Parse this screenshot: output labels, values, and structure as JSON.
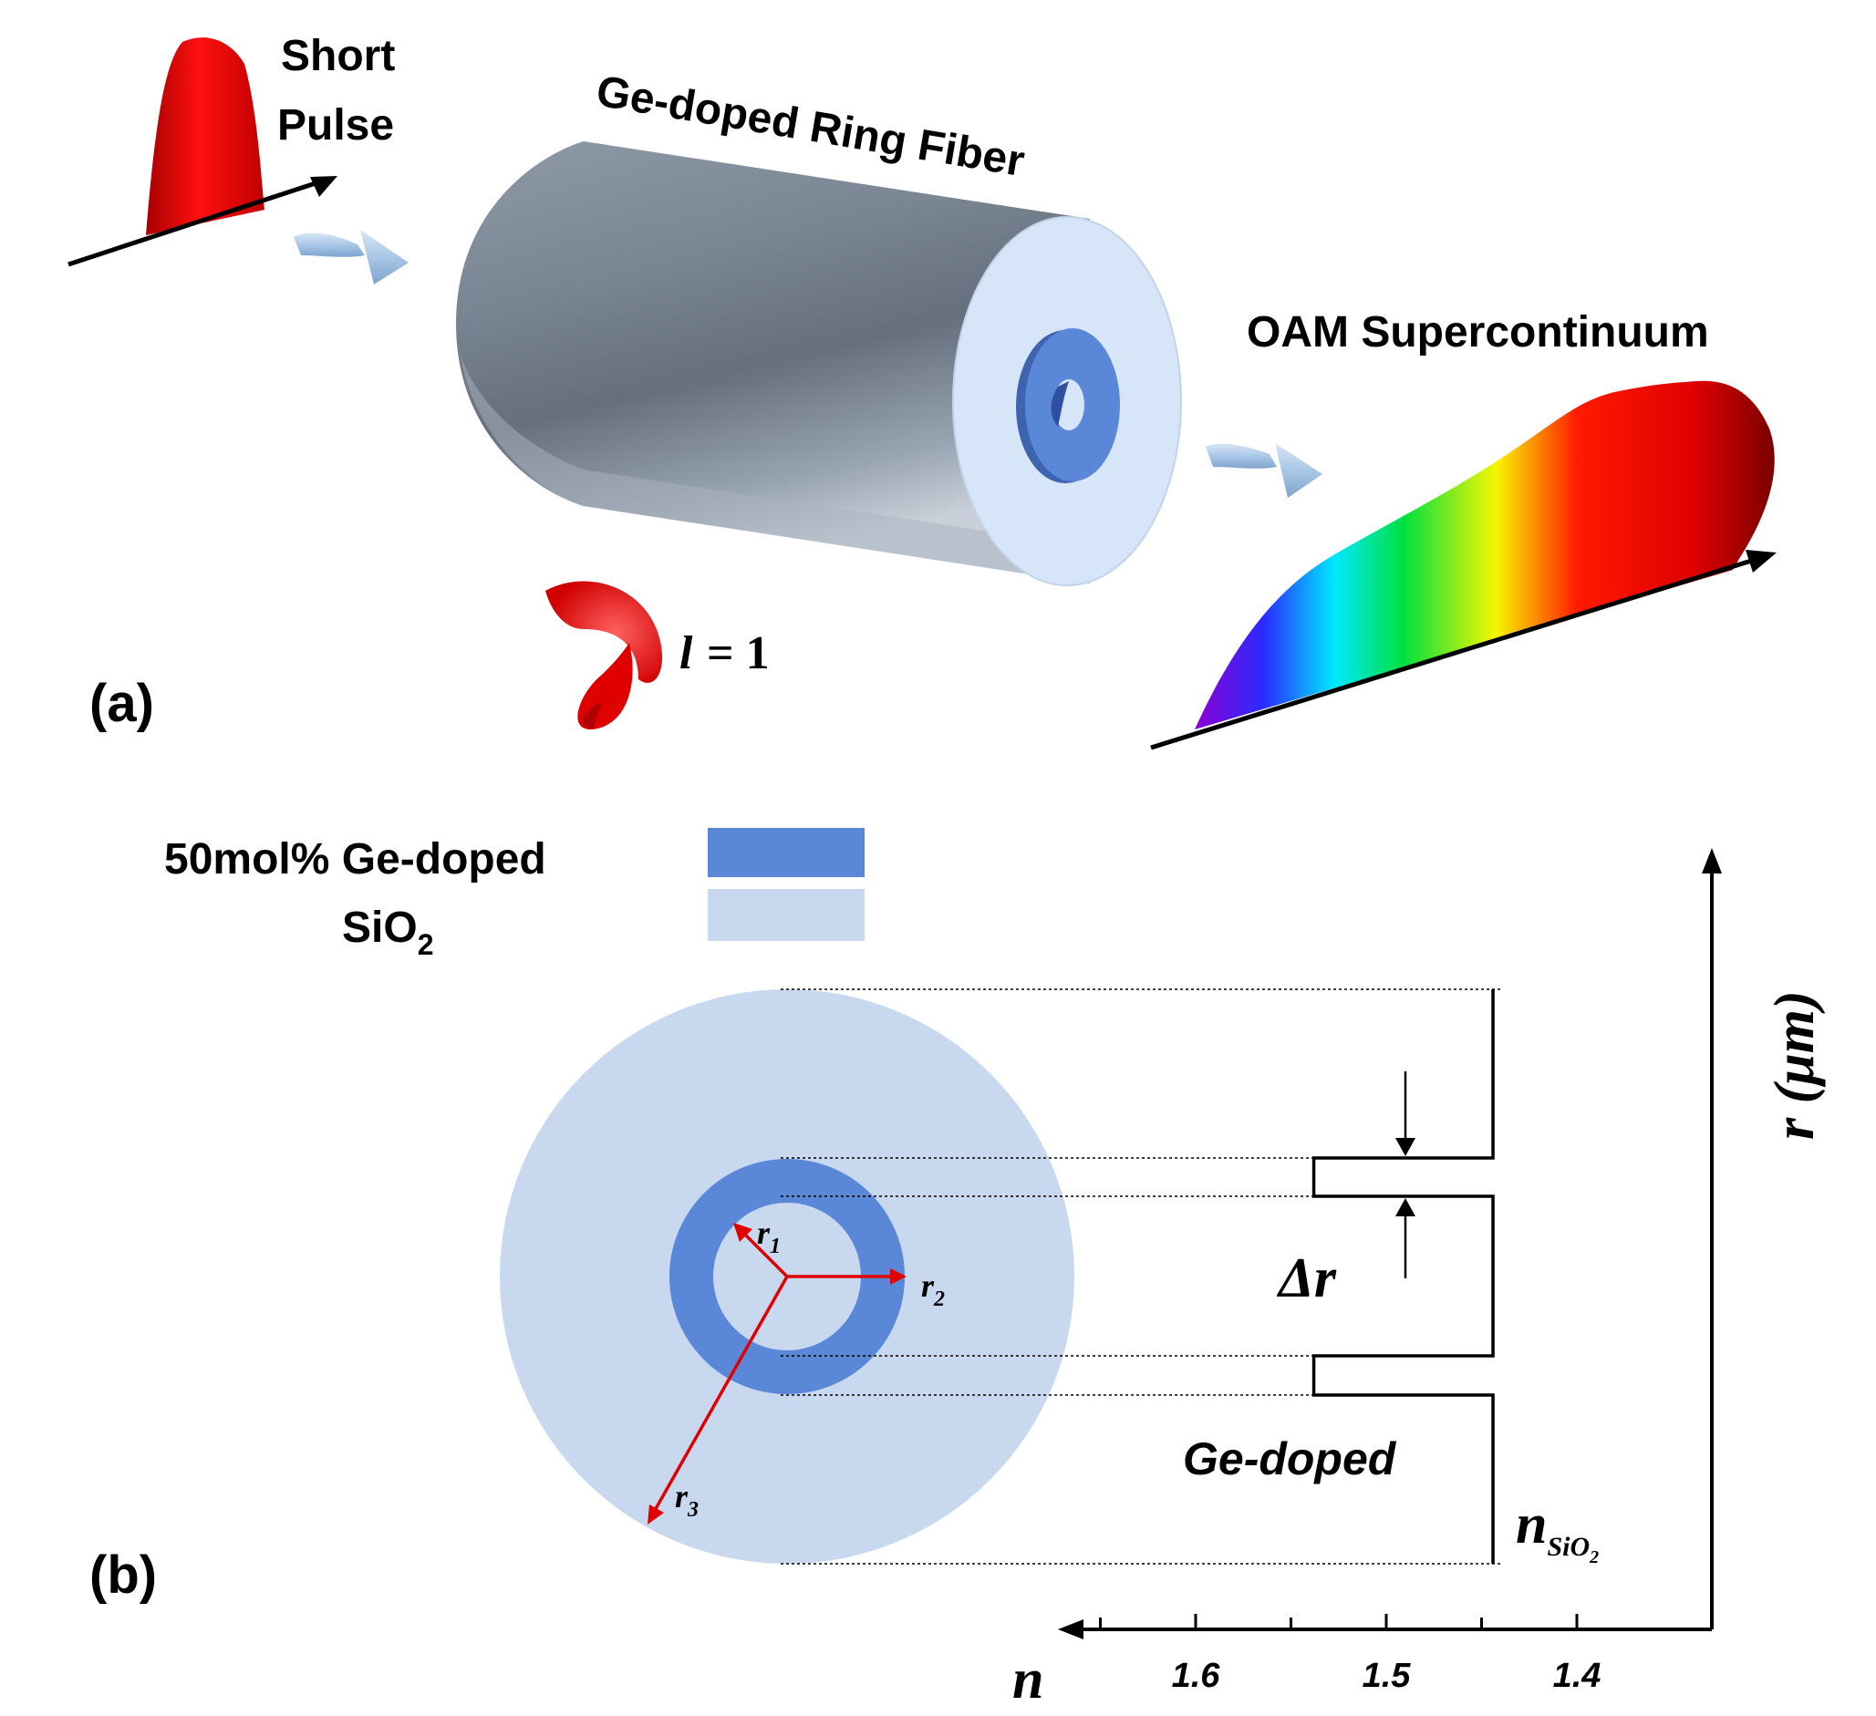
{
  "colors": {
    "ge_doped": "#5b87d9",
    "sio2": "#c8d8ef",
    "fiber_body": "#7f8a99",
    "pulse_red": "#e8000a",
    "radius_arrow": "#e00000",
    "transfer_arrow": "#a9c6e6"
  },
  "panel_a": {
    "label": "(a)",
    "input": {
      "label_line1": "Short",
      "label_line2": "Pulse"
    },
    "fiber": {
      "label": "Ge-doped Ring Fiber",
      "icon": "fiber-cylinder"
    },
    "oam": {
      "var": "l",
      "eq": "= 1"
    },
    "output": {
      "label": "OAM Supercontinuum",
      "spectrum_colors": [
        "#8a00d4",
        "#2a2cff",
        "#00e8ff",
        "#00e040",
        "#f6f600",
        "#ff1a00",
        "#e00000",
        "#7a0000"
      ]
    }
  },
  "panel_b": {
    "label": "(b)",
    "legend": [
      {
        "label": "50mol% Ge-doped",
        "color_key": "ge_doped"
      },
      {
        "label": "SiO",
        "sub": "2",
        "color_key": "sio2"
      }
    ],
    "radii": [
      "r",
      "r",
      "r"
    ],
    "radii_subs": [
      "1",
      "2",
      "3"
    ],
    "delta_r": "Δr",
    "ge_label": "Ge-doped",
    "n_sio2": {
      "main": "n",
      "sub": "SiO",
      "subsub": "2"
    },
    "chart_data": {
      "type": "line",
      "title": "",
      "xlabel": "n",
      "ylabel": "r (μm)",
      "x_reversed": true,
      "xlim": [
        1.34,
        1.68
      ],
      "x_ticks": [
        1.6,
        1.5,
        1.4
      ],
      "x_minor_ticks": [
        1.65,
        1.55,
        1.45
      ],
      "x_tick_labels": [
        "1.6",
        "1.5",
        "1.4"
      ],
      "profile_n": [
        1.444,
        1.444,
        1.538,
        1.538,
        1.444,
        1.444,
        1.538,
        1.538,
        1.444,
        1.444
      ],
      "profile_r_level": [
        "r3",
        "outer-ring",
        "outer-ring",
        "inner-ring",
        "inner-ring",
        "inner-ring",
        "inner-ring",
        "outer-ring",
        "outer-ring",
        "r3"
      ]
    }
  }
}
